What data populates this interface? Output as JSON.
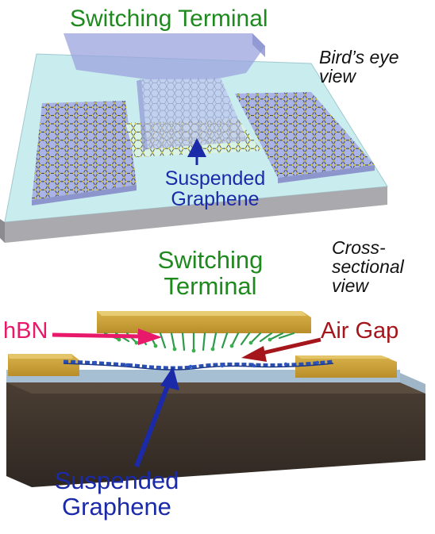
{
  "top_panel": {
    "switching_terminal": "Switching Terminal",
    "view_label": [
      "Bird’s eye",
      "view"
    ],
    "suspended_graphene": [
      "Suspended",
      "Graphene"
    ]
  },
  "bottom_panel": {
    "switching_terminal": [
      "Switching",
      "Terminal"
    ],
    "view_label": [
      "Cross-",
      "sectional",
      "view"
    ],
    "hbn": "hBN",
    "air_gap": "Air Gap",
    "suspended_graphene": [
      "Suspended",
      "Graphene"
    ]
  },
  "colors": {
    "terminal_label": "#1e8a1e",
    "graphene_label": "#1a2aa8",
    "hbn_label": "#e8196a",
    "air_gap_label": "#a5161c",
    "gold_contact": "#c9a23a",
    "substrate": "#3f342c"
  }
}
